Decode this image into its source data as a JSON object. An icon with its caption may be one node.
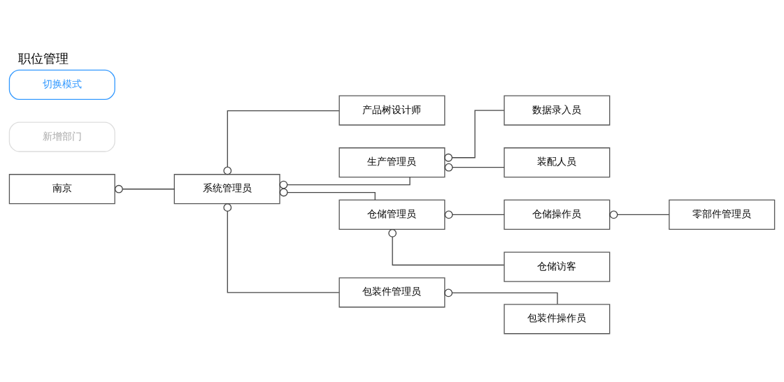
{
  "diagram": {
    "title": "职位管理",
    "nodes": [
      {
        "text": [
          "南京"
        ]
      },
      {
        "text": [
          "系统管理员"
        ]
      },
      {
        "text": [
          "产品树设计师"
        ]
      },
      {
        "text": [
          "生产管理员"
        ]
      },
      {
        "text": [
          "数据录入员"
        ]
      },
      {
        "text": [
          "装配人员"
        ]
      },
      {
        "text": [
          "仓储管理员"
        ]
      },
      {
        "text": [
          "仓储操作员"
        ]
      },
      {
        "text": [
          "零部件管理员"
        ]
      },
      {
        "text": [
          "仓储访客"
        ]
      },
      {
        "text": [
          "包装件管理员"
        ]
      },
      {
        "text": [
          "包装件操作员"
        ]
      }
    ],
    "edges": [
      {
        "from": 0,
        "to": 1,
        "arrow": "other"
      },
      {
        "from": 1,
        "to": 2,
        "arrow": "other"
      },
      {
        "from": 1,
        "to": 3,
        "arrow": "other"
      },
      {
        "from": 1,
        "to": 6,
        "arrow": "other"
      },
      {
        "from": 1,
        "to": 10,
        "arrow": "other"
      },
      {
        "from": 3,
        "to": 4,
        "arrow": "other"
      },
      {
        "from": 3,
        "to": 5,
        "arrow": "other"
      },
      {
        "from": 6,
        "to": 7,
        "arrow": "other"
      },
      {
        "from": 6,
        "to": 9,
        "arrow": "other"
      },
      {
        "from": 7,
        "to": 8,
        "arrow": "other"
      },
      {
        "from": 10,
        "to": 11,
        "arrow": "other"
      }
    ],
    "labels": [
      "新增部门",
      "切换模式"
    ]
  }
}
